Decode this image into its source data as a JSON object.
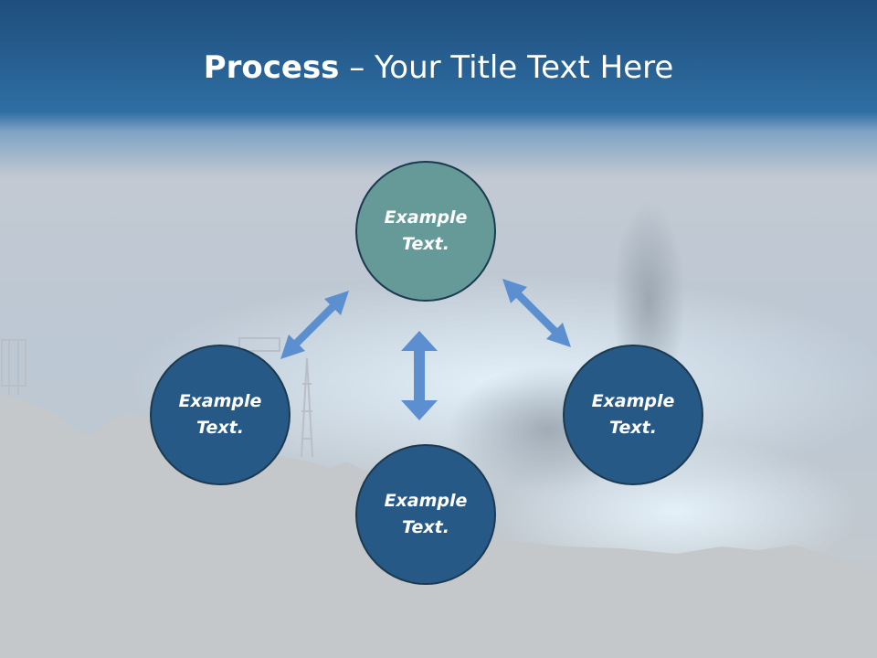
{
  "slide": {
    "title_bold": "Process",
    "title_rest": " – Your Title Text Here"
  },
  "nodes": [
    {
      "line1": "Example",
      "line2": "Text."
    },
    {
      "line1": "Example",
      "line2": "Text."
    },
    {
      "line1": "Example",
      "line2": "Text."
    },
    {
      "line1": "Example",
      "line2": "Text."
    }
  ],
  "colors": {
    "header": "#2d6aa1",
    "node_top": "#659a99",
    "node_other": "#275987",
    "arrow": "#5b8fcf"
  }
}
